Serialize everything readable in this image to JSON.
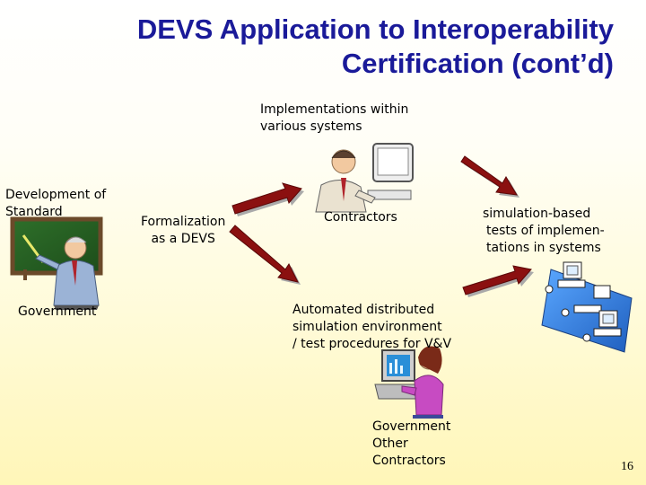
{
  "slide": {
    "title_line1": "DEVS Application to Interoperability",
    "title_line2": "Certification (cont’d)",
    "page_number": "16"
  },
  "labels": {
    "implementations_line1": "Implementations within",
    "implementations_line2": "various systems",
    "development_line1": "Development of",
    "development_line2": "Standard",
    "government": "Government",
    "formalization_line1": "Formalization",
    "formalization_line2": "as a DEVS",
    "contractors": "Contractors",
    "simulation_line1": "simulation-based",
    "simulation_line2": "tests  of implemen-",
    "simulation_line3": "tations in systems",
    "automated_line1": "Automated distributed",
    "automated_line2": "simulation environment",
    "automated_line3": "/ test procedures for V&V",
    "gov_other_line1": "Government",
    "gov_other_line2": "Other",
    "gov_other_line3": "Contractors"
  },
  "colors": {
    "title": "#1a1a99",
    "arrow_fill": "#8b1010",
    "arrow_shadow": "#aaaaaa",
    "network_panel": "#2f7fd4"
  },
  "icons": [
    "presenter-at-board-icon",
    "man-at-computer-icon",
    "woman-at-computer-icon",
    "network-computers-icon"
  ]
}
